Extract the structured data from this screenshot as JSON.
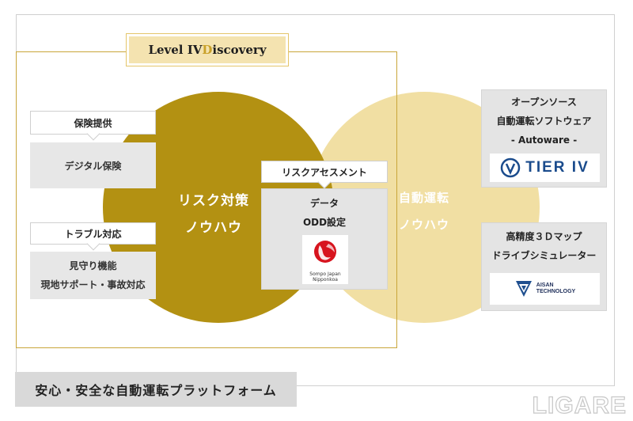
{
  "title": {
    "prefix": "Level IV ",
    "accent": "D",
    "suffix": "iscovery"
  },
  "circles": {
    "left": {
      "line1": "リスク対策",
      "line2": "ノウハウ"
    },
    "right": {
      "line1": "自動運転",
      "line2": "ノウハウ"
    }
  },
  "left_blocks": [
    {
      "tag": "保険提供",
      "lines": [
        "デジタル保険"
      ]
    },
    {
      "tag": "トラブル対応",
      "lines": [
        "見守り機能",
        "現地サポート・事故対応"
      ]
    }
  ],
  "center_block": {
    "tag": "リスクアセスメント",
    "lines": [
      "データ",
      "ODD設定"
    ],
    "logo_text": [
      "Sompo Japan",
      "Nipponkoa"
    ]
  },
  "right_panels": [
    {
      "lines": [
        "オープンソース",
        "自動運転ソフトウェア",
        "- Autoware -"
      ],
      "logo_text": "TIER IV"
    },
    {
      "lines": [
        "高精度３Ｄマップ",
        "ドライブシミュレーター"
      ],
      "logo_text": [
        "AISAN",
        "TECHNOLOGY"
      ]
    }
  ],
  "footer": "安心・安全な自動運転プラットフォーム",
  "watermark": "LIGARE",
  "colors": {
    "gold_dark": "#b39112",
    "gold_light": "#f1dfa3",
    "frame": "#c9a63a",
    "panel": "#e4e4e4",
    "tier_blue": "#1a4b8c"
  }
}
